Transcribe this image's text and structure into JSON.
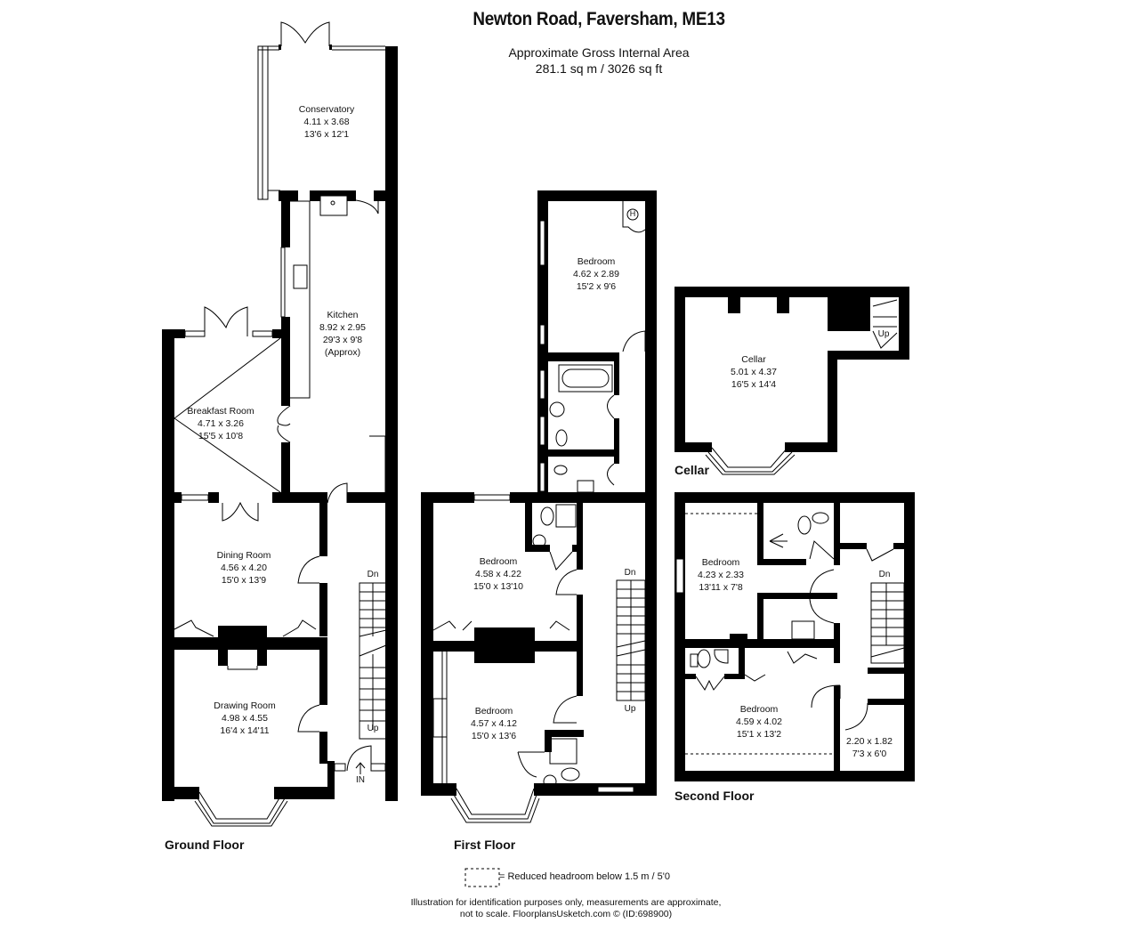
{
  "header": {
    "title": "Newton Road, Faversham, ME13",
    "area_label": "Approximate Gross Internal Area",
    "area_value": "281.1 sq m / 3026 sq ft"
  },
  "floors": {
    "ground": {
      "label": "Ground Floor",
      "rooms": [
        {
          "name": "Conservatory",
          "metric": "4.11 x 3.68",
          "imperial": "13'6 x 12'1"
        },
        {
          "name": "Kitchen",
          "metric": "8.92 x 2.95",
          "imperial": "29'3 x 9'8",
          "note": "(Approx)"
        },
        {
          "name": "Breakfast Room",
          "metric": "4.71 x 3.26",
          "imperial": "15'5 x 10'8"
        },
        {
          "name": "Dining Room",
          "metric": "4.56 x 4.20",
          "imperial": "15'0 x 13'9"
        },
        {
          "name": "Drawing Room",
          "metric": "4.98 x 4.55",
          "imperial": "16'4 x 14'11"
        }
      ],
      "stairs_down": "Dn",
      "stairs_up": "Up",
      "entrance": "IN"
    },
    "first": {
      "label": "First Floor",
      "rooms": [
        {
          "name": "Bedroom",
          "metric": "4.62 x 2.89",
          "imperial": "15'2 x 9'6"
        },
        {
          "name": "Bedroom",
          "metric": "4.58 x 4.22",
          "imperial": "15'0 x 13'10"
        },
        {
          "name": "Bedroom",
          "metric": "4.57 x 4.12",
          "imperial": "15'0 x 13'6"
        }
      ],
      "boiler": "H",
      "stairs_down": "Dn",
      "stairs_up": "Up"
    },
    "cellar": {
      "label": "Cellar",
      "rooms": [
        {
          "name": "Cellar",
          "metric": "5.01 x 4.37",
          "imperial": "16'5 x 14'4"
        }
      ],
      "stairs_up": "Up"
    },
    "second": {
      "label": "Second Floor",
      "rooms": [
        {
          "name": "Bedroom",
          "metric": "4.23 x 2.33",
          "imperial": "13'11 x 7'8"
        },
        {
          "name": "Bedroom",
          "metric": "4.59 x 4.02",
          "imperial": "15'1 x 13'2"
        },
        {
          "name": "",
          "metric": "2.20 x 1.82",
          "imperial": "7'3 x 6'0"
        }
      ],
      "stairs_down": "Dn"
    }
  },
  "legend": {
    "reduced_headroom": "= Reduced headroom below 1.5 m / 5'0"
  },
  "footer": {
    "line1": "Illustration for identification purposes only, measurements are approximate,",
    "line2": "not to scale. FloorplansUsketch.com © (ID:698900)"
  }
}
